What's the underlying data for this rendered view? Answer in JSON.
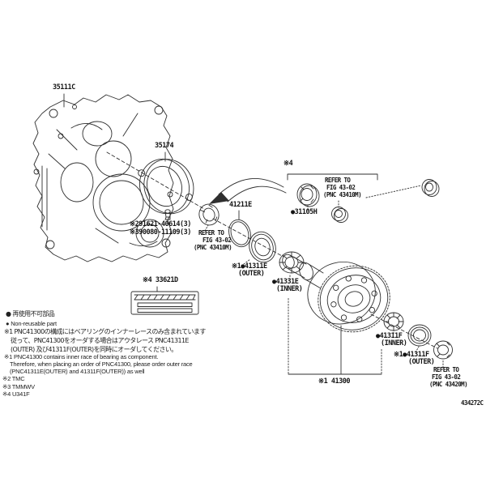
{
  "page": {
    "background": "#ffffff",
    "line_color": "#2f2f2f",
    "text_color": "#151515"
  },
  "callouts": {
    "case": "35111C",
    "retainer": "35174",
    "snap_ring": "41211E",
    "bolt_tmc": "※291621-40614(3)",
    "bolt_tmmwv": "※390080-11109(3)",
    "refer_seal_rh": [
      "REFER TO",
      "FIG 43-02",
      "(PNC 43410M)"
    ],
    "group_mark": "※4",
    "bearing_31105": "●31105H",
    "refer_box": [
      "REFER TO",
      "FIG 43-02",
      "(PNC 43410M)"
    ],
    "plate": "※4 33621D",
    "bearing_e_outer": [
      "※1●41311E",
      "(OUTER)"
    ],
    "bearing_e_inner": [
      "●41331E",
      "(INNER)"
    ],
    "differential": "※1 41300",
    "bearing_f_inner": [
      "●41311F",
      "(INNER)"
    ],
    "bearing_f_outer": [
      "※1●41311F",
      "(OUTER)"
    ],
    "refer_seal_lh": [
      "REFER TO",
      "FIG 43-02",
      "(PNC 43420M)"
    ]
  },
  "footnotes": {
    "legend_jp": "● 再使用不可部品",
    "legend_en": "● Non-reusable part",
    "note1_jp": [
      "※1 PNC41300の構成にはベアリングのインナーレースのみ含まれています",
      "従って、PNC41300をオーダする場合はアウタレース PNC41311E",
      "(OUTER) 及び41311F(OUTER)を同時にオーダしてください。"
    ],
    "note1_en": [
      "※1 PNC41300 contains inner race of bearing as component.",
      "Therefore, when placing an order of PNC41300, please order outer race",
      "(PNC41311E(OUTER) and 41311F(OUTER)) as well"
    ],
    "mark2": "※2 TMC",
    "mark3": "※3 TMMWV",
    "mark4": "※4 U341F"
  },
  "drawing_code": "434272C"
}
